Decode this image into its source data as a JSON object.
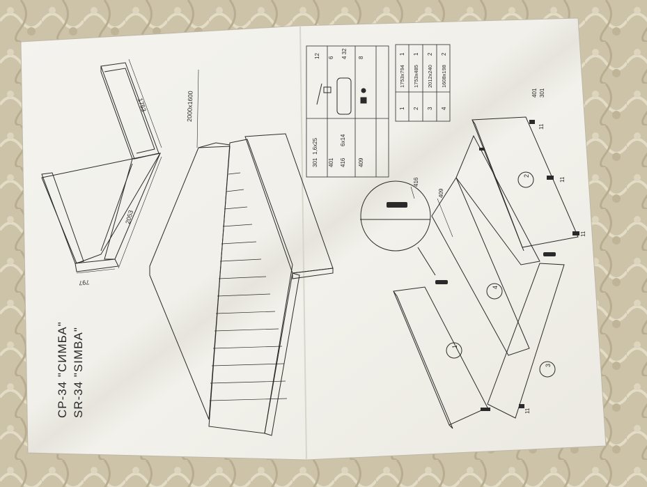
{
  "models": {
    "line1": "CP-34 \"СИМБА\"",
    "line2": "SR-34 \"SIMBA\""
  },
  "frame_dims": {
    "length": "2053",
    "width": "1753",
    "depth": "797"
  },
  "mattress_label": "2000x1600",
  "hardware_table": {
    "rows": [
      {
        "code": "301",
        "size": "1,6x25",
        "qty": "12"
      },
      {
        "code": "401",
        "size": "",
        "qty": "6"
      },
      {
        "code": "416",
        "size": "6x14",
        "qty": "4\n32"
      },
      {
        "code": "409",
        "size": "",
        "qty": "8"
      }
    ]
  },
  "parts_table": {
    "rows": [
      {
        "num": "1",
        "dims": "1753x794",
        "qty": "1"
      },
      {
        "num": "2",
        "dims": "1753x485",
        "qty": "1"
      },
      {
        "num": "3",
        "dims": "2012x240",
        "qty": "2"
      },
      {
        "num": "4",
        "dims": "1608x198",
        "qty": "2"
      }
    ]
  },
  "callouts": {
    "c416": "416",
    "c409": "409",
    "c401": "401",
    "c301": "301",
    "parts": [
      "1",
      "2",
      "3",
      "4"
    ],
    "marks": [
      "11",
      "11",
      "11",
      "11"
    ]
  },
  "colors": {
    "paper": "#f3f2ec",
    "ink": "#2a2a2a",
    "background": "#cfc6ad"
  }
}
